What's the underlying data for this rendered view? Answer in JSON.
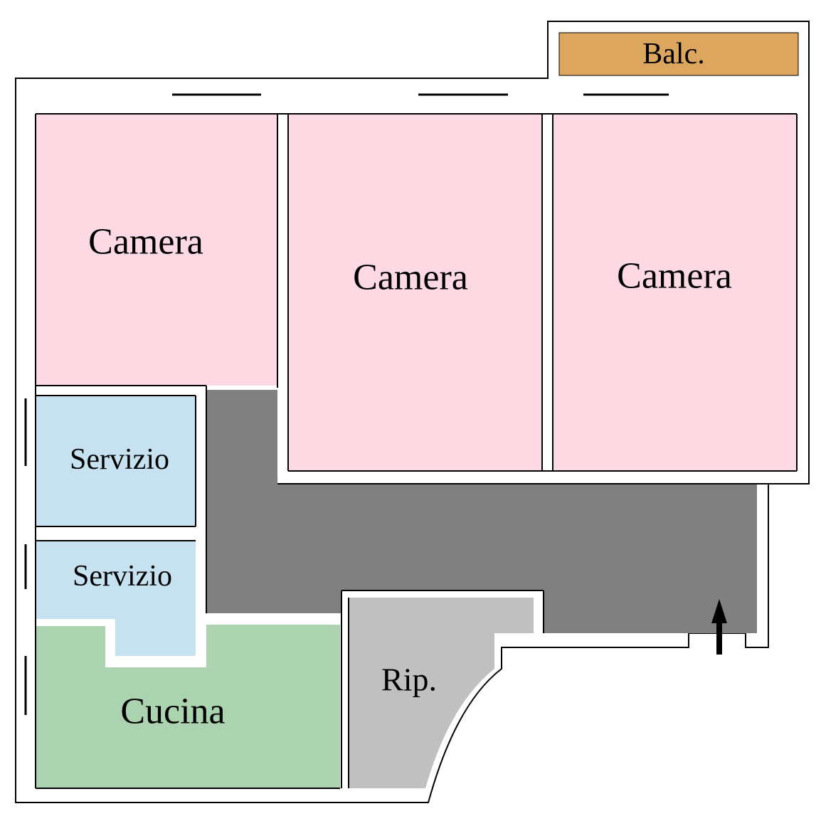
{
  "rooms": {
    "camera_1": {
      "label": "Camera",
      "color": "#fdd9e3"
    },
    "camera_2": {
      "label": "Camera",
      "color": "#fdd9e3"
    },
    "camera_3": {
      "label": "Camera",
      "color": "#fdd9e3"
    },
    "servizio_1": {
      "label": "Servizio",
      "color": "#c6e2f0"
    },
    "servizio_2": {
      "label": "Servizio",
      "color": "#c6e2f0"
    },
    "cucina": {
      "label": "Cucina",
      "color": "#acd3b0"
    },
    "ripostiglio": {
      "label": "Rip.",
      "color": "#c0c0c0"
    },
    "balcone": {
      "label": "Balc.",
      "color": "#dda65e"
    },
    "corridoio": {
      "color": "#808080"
    }
  },
  "entrance_icon": "arrow-up-icon"
}
